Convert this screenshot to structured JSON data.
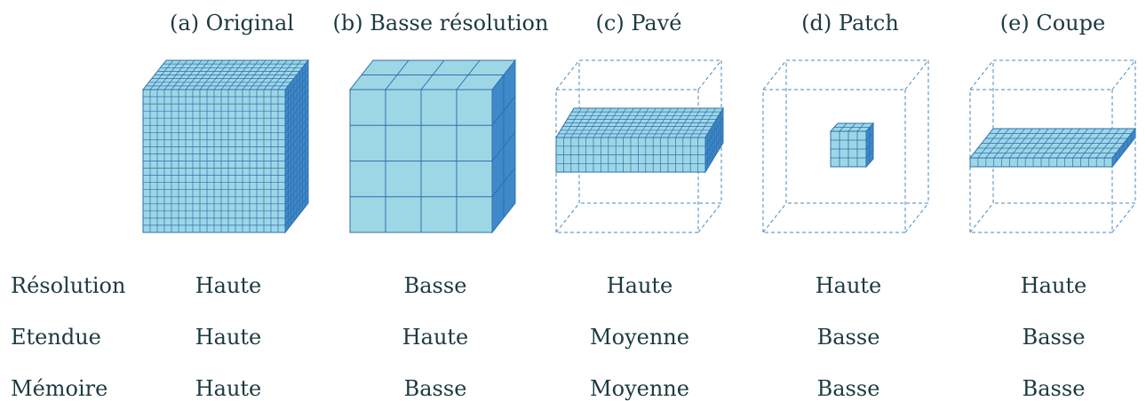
{
  "columns": [
    {
      "title": "(a) Original"
    },
    {
      "title": "(b) Basse résolution"
    },
    {
      "title": "(c) Pavé"
    },
    {
      "title": "(d) Patch"
    },
    {
      "title": "(e) Coupe"
    }
  ],
  "rows": [
    {
      "label": "Résolution",
      "values": [
        "Haute",
        "Basse",
        "Haute",
        "Haute",
        "Haute"
      ]
    },
    {
      "label": "Etendue",
      "values": [
        "Haute",
        "Haute",
        "Moyenne",
        "Basse",
        "Basse"
      ]
    },
    {
      "label": "Mémoire",
      "values": [
        "Haute",
        "Basse",
        "Moyenne",
        "Basse",
        "Basse"
      ]
    }
  ],
  "colors": {
    "face": "#9dd7e6",
    "face_side": "#3e89c8",
    "grid_line": "#2f6fae",
    "wireframe": "#4a8ac2",
    "text": "#1c3a40"
  }
}
